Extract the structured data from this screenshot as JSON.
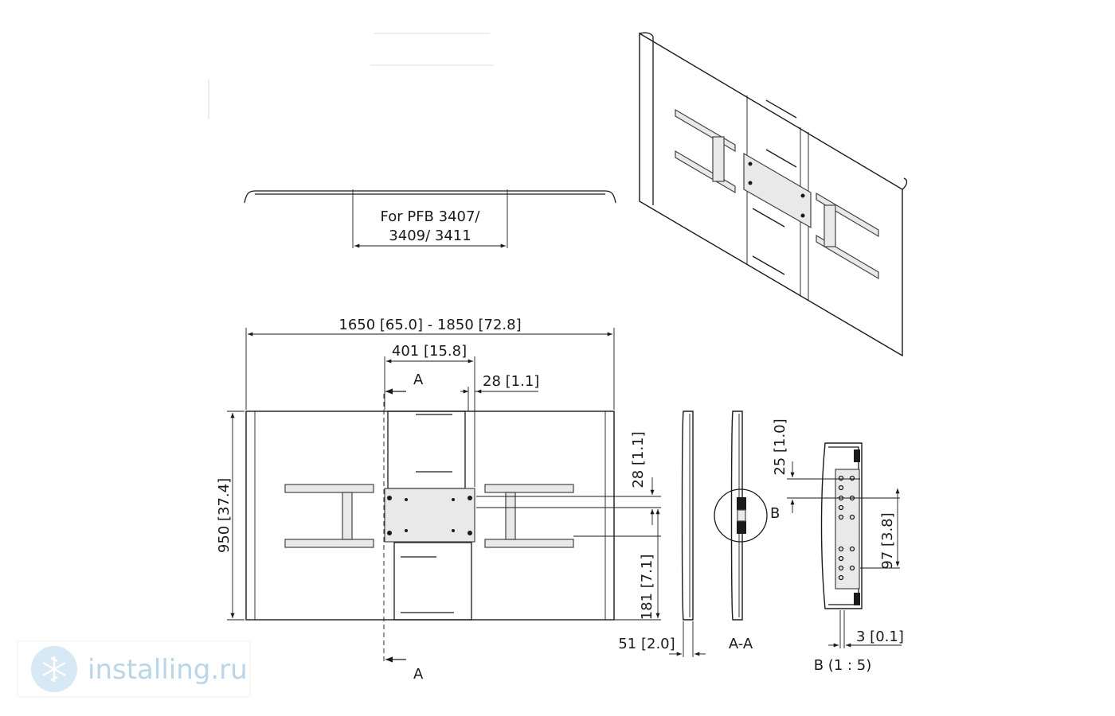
{
  "watermark": {
    "text": "installing.ru",
    "icon": "snowflake-logo-icon"
  },
  "top_view": {
    "note_line1": "For PFB 3407/",
    "note_line2": "3409/ 3411"
  },
  "front_view": {
    "width_dim": "1650 [65.0] - 1850 [72.8]",
    "center_dim": "401 [15.8]",
    "offset_dim": "28 [1.1]",
    "height_dim": "950 [37.4]",
    "section_marker_top": "A",
    "section_marker_bottom": "A",
    "right_dim_upper": "28 [1.1]",
    "right_dim_lower": "181 [7.1]"
  },
  "side_view": {
    "depth_dim": "51 [2.0]"
  },
  "section_view": {
    "label": "A-A",
    "detail_ref": "B"
  },
  "detail_view": {
    "label": "B (1 : 5)",
    "dim_top": "25 [1.0]",
    "dim_right": "97 [3.8]",
    "dim_bottom": "3 [0.1]"
  }
}
